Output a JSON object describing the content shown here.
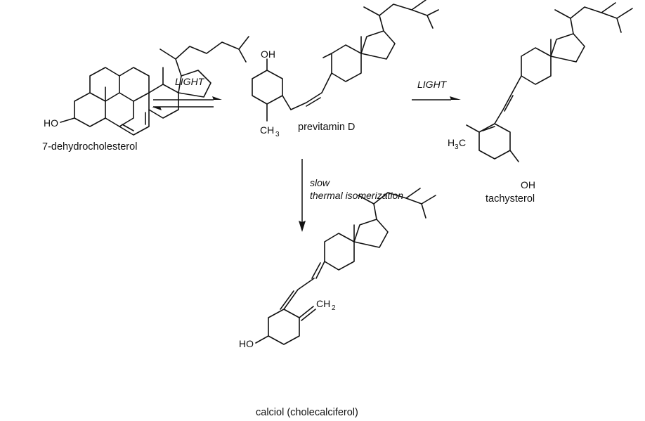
{
  "compounds": {
    "dehydrocholesterol": {
      "name": "7-dehydrocholesterol",
      "hydroxyl": "HO"
    },
    "previtamin_d": {
      "name": "previtamin D",
      "hydroxyl": "OH",
      "methyl": "CH",
      "methyl_sub": "3"
    },
    "tachysterol": {
      "name": "tachysterol",
      "hydroxyl": "OH",
      "methyl_prefix": "H",
      "methyl_prefix_sub": "3",
      "methyl_suffix": "C"
    },
    "calciol": {
      "name": "calciol (cholecalciferol)",
      "hydroxyl": "HO",
      "methylene": "CH",
      "methylene_sub": "2"
    }
  },
  "reactions": {
    "photo_ring_opening": "LIGHT",
    "photo_isomerization": "LIGHT",
    "thermal_line1": "slow",
    "thermal_line2": "thermal isomerization"
  },
  "colors": {
    "ink": "#111111",
    "background": "#ffffff"
  }
}
